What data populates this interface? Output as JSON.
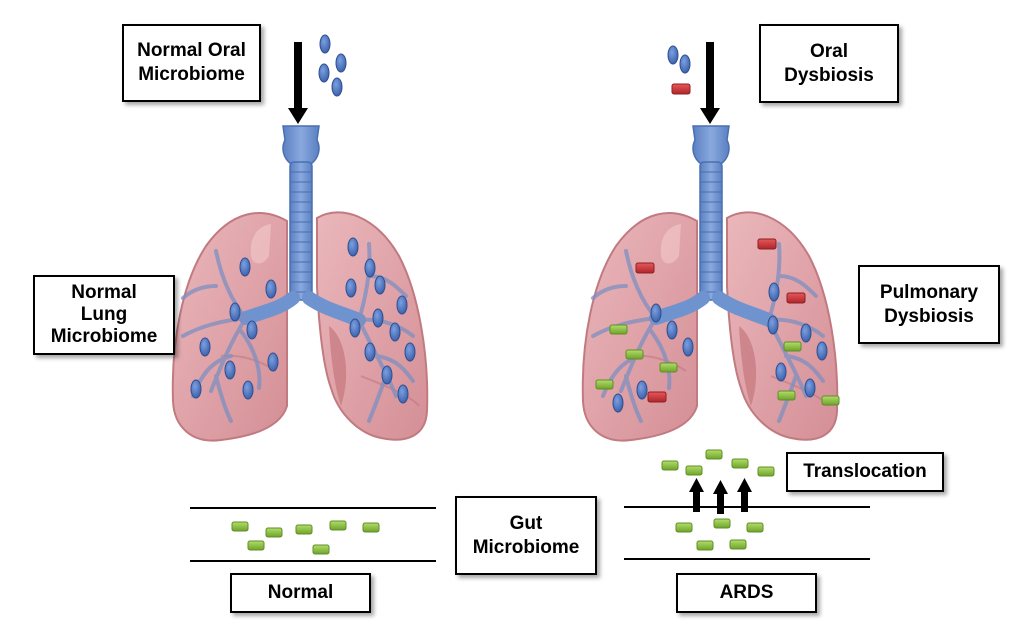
{
  "labels": {
    "normal_oral": [
      "Normal Oral",
      "Microbiome"
    ],
    "oral_dysbiosis": [
      "Oral",
      "Dysbiosis"
    ],
    "normal_lung": [
      "Normal",
      "Lung",
      "Microbiome"
    ],
    "pulmonary_dysbiosis": [
      "Pulmonary",
      "Dysbiosis"
    ],
    "gut": [
      "Gut",
      "Microbiome"
    ],
    "translocation": "Translocation",
    "normal": "Normal",
    "ards": "ARDS"
  },
  "colors": {
    "lung_tissue": "#e0a3a8",
    "lung_outline": "#c07a80",
    "lung_shadow": "#cf8a90",
    "airway": "#6f93cf",
    "airway_dark": "#4a6fb0",
    "oral_bacteria": "#4a74c2",
    "pathogen": "#d2393b",
    "gut_bacteria": "#8dc63f",
    "arrow": "#000000"
  },
  "icons": {
    "lungs": "lungs-icon",
    "oral_bacteria": "blue-oval-bacteria-icon",
    "pathogen": "red-rectangle-bacteria-icon",
    "gut_bacteria": "green-rectangle-bacteria-icon",
    "arrow": "arrow-icon"
  }
}
